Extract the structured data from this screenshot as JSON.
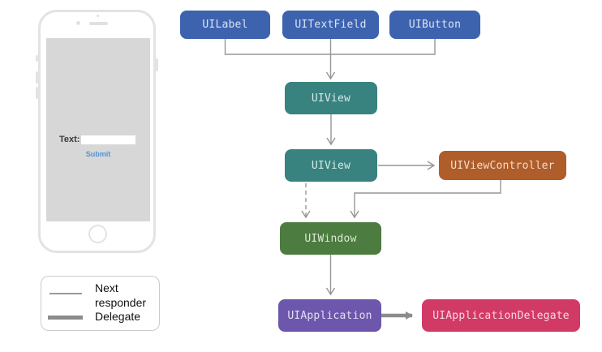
{
  "diagram": {
    "arrow_color": "#969696",
    "delegate_arrow_color": "#8c8c8c",
    "nodes": [
      {
        "label": "UILabel",
        "color": "#3d63ae",
        "text_color": "#d8e4f8"
      },
      {
        "label": "UITextField",
        "color": "#3d63ae",
        "text_color": "#d8e4f8"
      },
      {
        "label": "UIButton",
        "color": "#3d63ae",
        "text_color": "#d8e4f8"
      },
      {
        "label": "UIView",
        "color": "#38827f",
        "text_color": "#d6eae8"
      },
      {
        "label": "UIView",
        "color": "#38827f",
        "text_color": "#d6eae8"
      },
      {
        "label": "UIViewController",
        "color": "#ae5d2b",
        "text_color": "#f4decc"
      },
      {
        "label": "UIWindow",
        "color": "#4c7c3f",
        "text_color": "#dae9d4"
      },
      {
        "label": "UIApplication",
        "color": "#6d57ac",
        "text_color": "#e4def6"
      },
      {
        "label": "UIApplicationDelegate",
        "color": "#d23a66",
        "text_color": "#f7d8e1"
      }
    ]
  },
  "phone": {
    "text_field_label": "Text:",
    "text_field_value": "",
    "submit_label": "Submit",
    "submit_color": "#4e95d6"
  },
  "legend": {
    "next_responder_label": "Next responder",
    "delegate_label": "Delegate",
    "thin_line_color": "#9a9a9a",
    "thick_line_color": "#8c8c8c"
  }
}
